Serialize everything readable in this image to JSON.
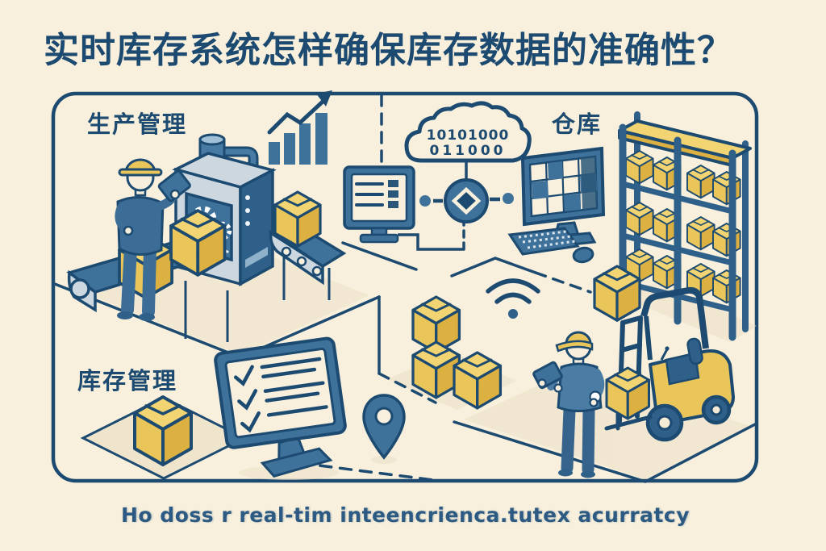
{
  "title": "实时库存系统怎样确保库存数据的准确性？",
  "caption": "Ho doss r real-tim inteencrienca.tutex acurratcy",
  "zones": {
    "production": {
      "label": "生产管理"
    },
    "warehouse": {
      "label": "仓库"
    },
    "inventory": {
      "label": "库存管理"
    }
  },
  "cloud": {
    "binary_line1": "10101000",
    "binary_line2": "011000"
  },
  "icons": {
    "bar-chart-icon": "ascending bars with rising arrow",
    "gears-icon": "two machine gears on screen",
    "conveyor-icon": "conveyor belt with cardboard boxes",
    "list-monitor-icon": "monitor showing list items",
    "cloud-binary-icon": "cloud holding binary data",
    "data-node-icon": "diamond inside circle connector",
    "grid-monitor-icon": "desktop computer with table grid, keyboard and mouse",
    "shelf-rack-icon": "warehouse rack filled with boxes",
    "wifi-icon": "wireless signal arcs with dot",
    "stacked-boxes-icon": "three stacked cardboard boxes",
    "forklift-icon": "forklift carrying a box",
    "checklist-monitor-icon": "tilted monitor with checkmarked list",
    "location-pin-icon": "map location pin",
    "worker-production-icon": "worker with hard hat holding tablet",
    "worker-warehouse-icon": "worker with cap holding tablet"
  },
  "colors": {
    "background": "#f8f0dc",
    "outline_navy": "#1c4a70",
    "mid_blue": "#3f729b",
    "steel_blue": "#2f6089",
    "light_gray_blue": "#ccd7df",
    "cream": "#f8f0dd",
    "box_yellow": "#eac55a",
    "box_yellow_top": "#f3d472",
    "box_yellow_dark": "#ddb042",
    "shadow_beige": "#ece0c7"
  }
}
